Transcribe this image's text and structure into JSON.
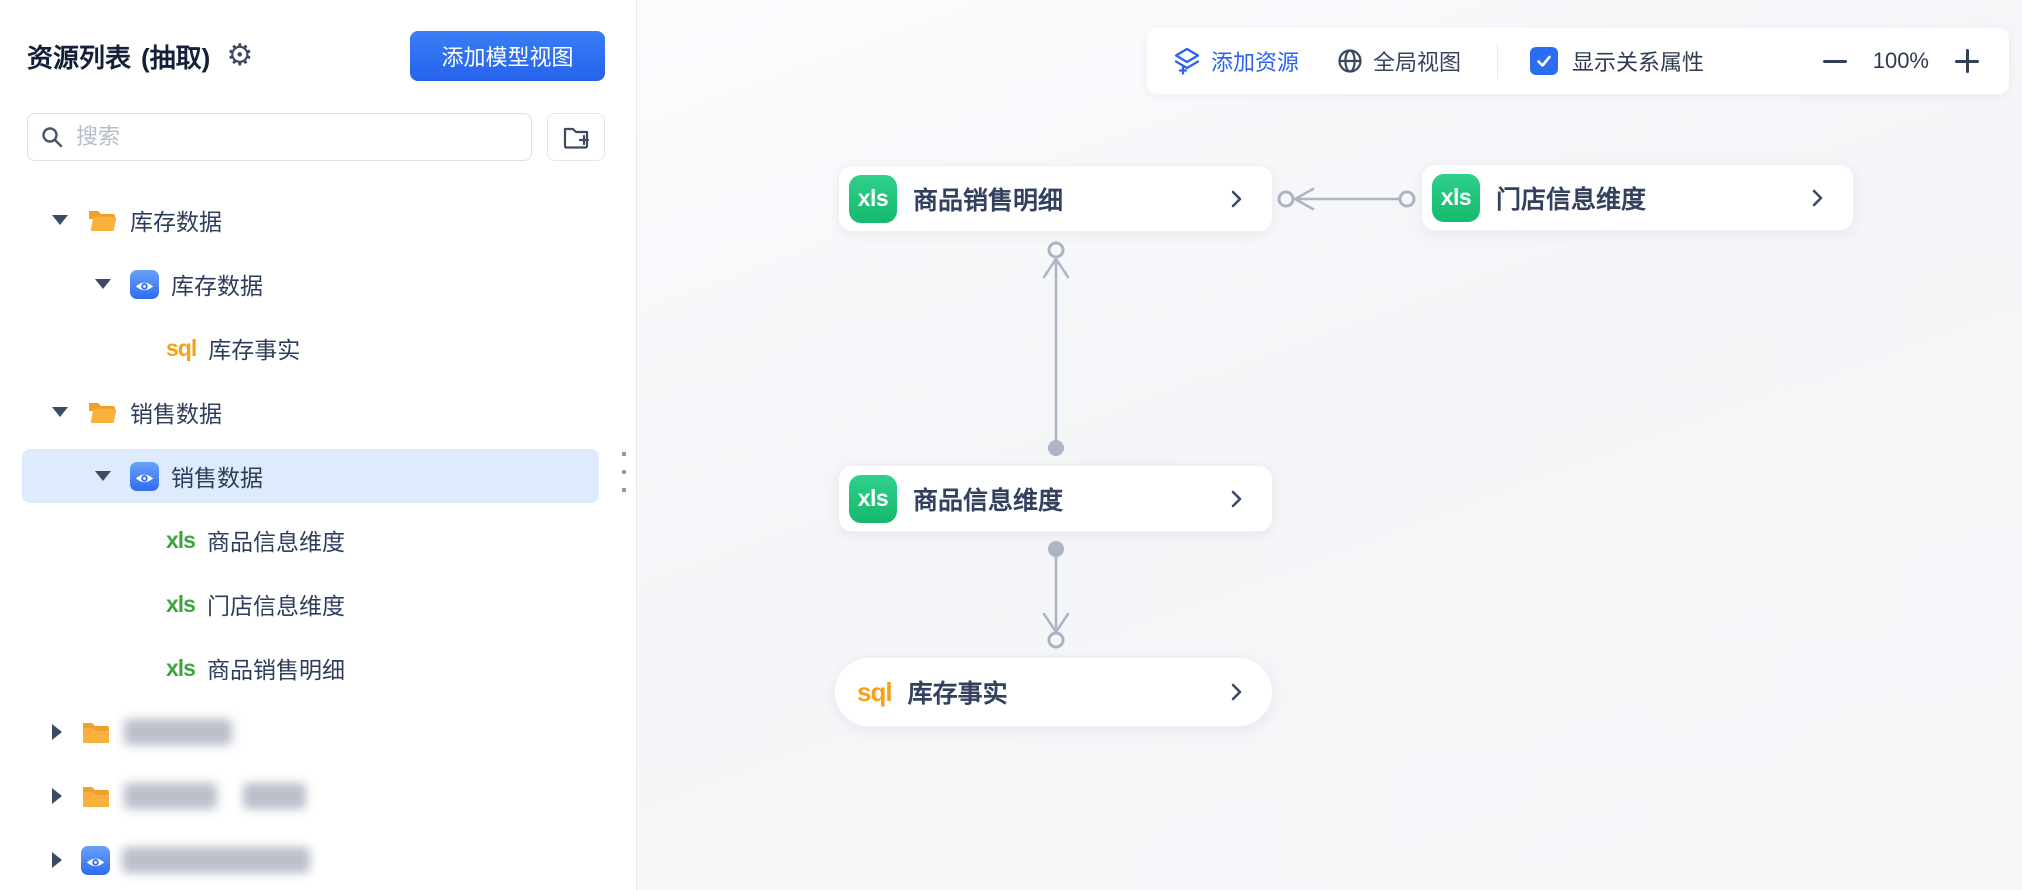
{
  "colors": {
    "accent_blue": "#2b6cf0",
    "xls_green": "#1fc07e",
    "sql_orange": "#f9a115",
    "selected_row_bg": "#ddebfc",
    "connector_gray": "#adb4c4"
  },
  "icons": {
    "xls": "xls",
    "sql": "sql"
  },
  "sidebar": {
    "title": "资源列表",
    "title_suffix": "(抽取)",
    "add_model_view_button": "添加模型视图",
    "search_placeholder": "搜索",
    "tree": [
      {
        "label": "库存数据",
        "type": "folder",
        "level": 0,
        "state": "expanded"
      },
      {
        "label": "库存数据",
        "type": "view",
        "level": 1,
        "state": "expanded"
      },
      {
        "label": "库存事实",
        "type": "sql",
        "level": 2
      },
      {
        "label": "销售数据",
        "type": "folder",
        "level": 0,
        "state": "expanded"
      },
      {
        "label": "销售数据",
        "type": "view",
        "level": 1,
        "state": "expanded",
        "selected": true
      },
      {
        "label": "商品信息维度",
        "type": "xls",
        "level": 2
      },
      {
        "label": "门店信息维度",
        "type": "xls",
        "level": 2
      },
      {
        "label": "商品销售明细",
        "type": "xls",
        "level": 2
      },
      {
        "type": "folder",
        "level": 0,
        "state": "collapsed",
        "redacted": true
      },
      {
        "type": "folder",
        "level": 0,
        "state": "collapsed",
        "redacted": true
      },
      {
        "type": "view",
        "level": 0,
        "state": "collapsed",
        "redacted": true
      }
    ]
  },
  "canvas_toolbar": {
    "add_resource": "添加资源",
    "global_view": "全局视图",
    "show_relation_label": "显示关系属性",
    "show_relation_checked": true,
    "zoom_level": "100%"
  },
  "canvas": {
    "nodes": [
      {
        "label": "商品销售明细",
        "icon": "xls"
      },
      {
        "label": "门店信息维度",
        "icon": "xls"
      },
      {
        "label": "商品信息维度",
        "icon": "xls"
      },
      {
        "label": "库存事实",
        "icon": "sql"
      }
    ],
    "connections": [
      {
        "from": "门店信息维度",
        "to": "商品销售明细",
        "direction": "horizontal",
        "many_side": "商品销售明细"
      },
      {
        "from": "商品信息维度",
        "to": "商品销售明细",
        "direction": "vertical",
        "many_side": "商品销售明细"
      },
      {
        "from": "商品信息维度",
        "to": "库存事实",
        "direction": "vertical",
        "many_side": "库存事实"
      }
    ]
  }
}
